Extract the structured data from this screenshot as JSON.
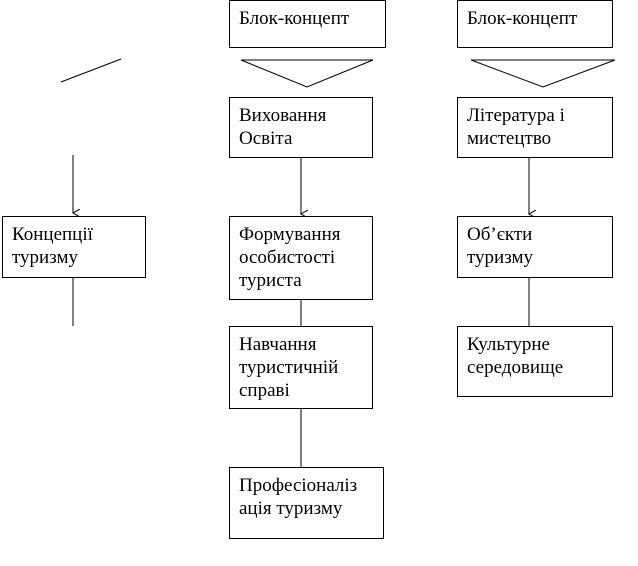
{
  "col1": {
    "concept_box": "Концепції\nтуризму"
  },
  "col2": {
    "header_box": "Блок-концепт",
    "box1": "Виховання\nОсвіта",
    "box2": "Формування\nособистості\nтуриста",
    "box3": "Навчання\nтуристичній\nсправі",
    "box4": "Професіоналіз\nація туризму"
  },
  "col3": {
    "header_box": "Блок-концепт",
    "box1": "Література і\nмистецтво",
    "box2": "Об’єкти\nтуризму",
    "box3": "Культурне\nсередовище"
  }
}
